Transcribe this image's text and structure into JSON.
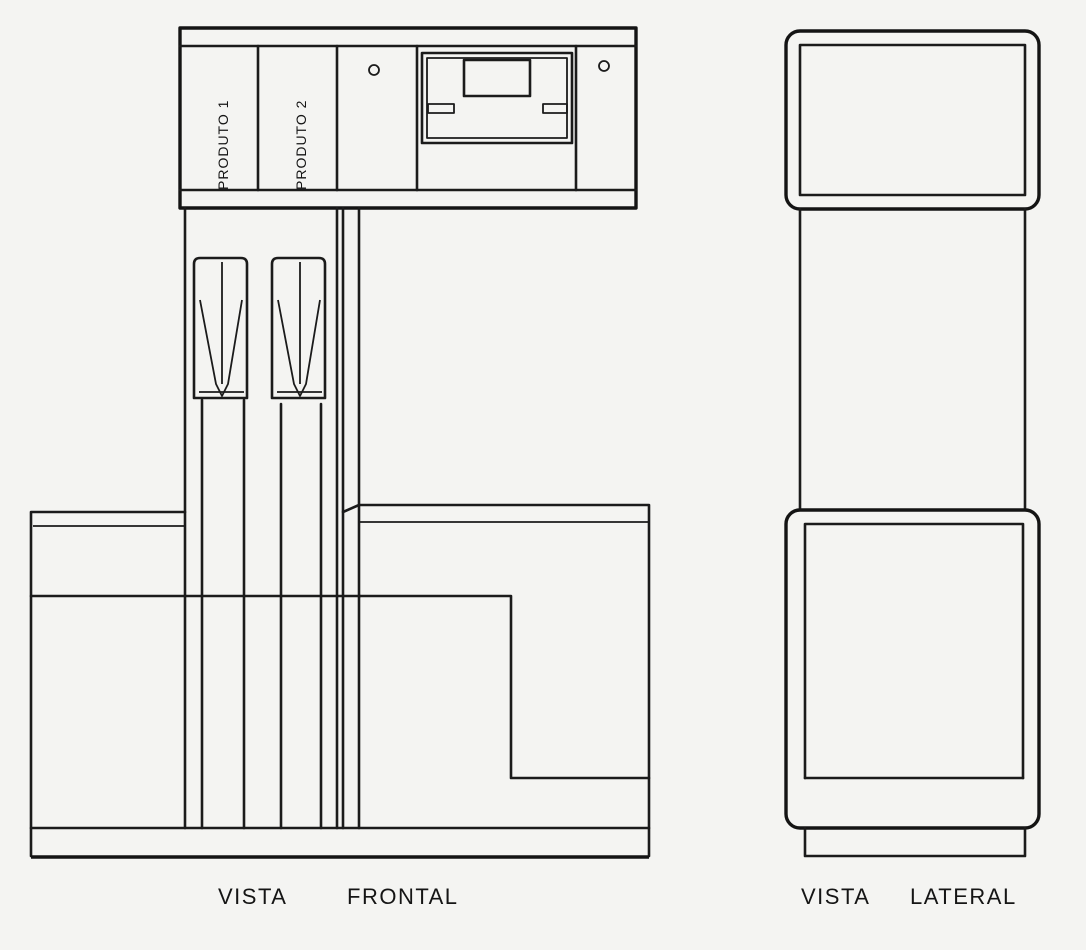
{
  "front_view": {
    "caption_word_1": "VISTA",
    "caption_word_2": "FRONTAL",
    "product_labels": [
      "PRODUTO 1",
      "PRODUTO 2"
    ]
  },
  "side_view": {
    "caption_word_1": "VISTA",
    "caption_word_2": "LATERAL"
  }
}
